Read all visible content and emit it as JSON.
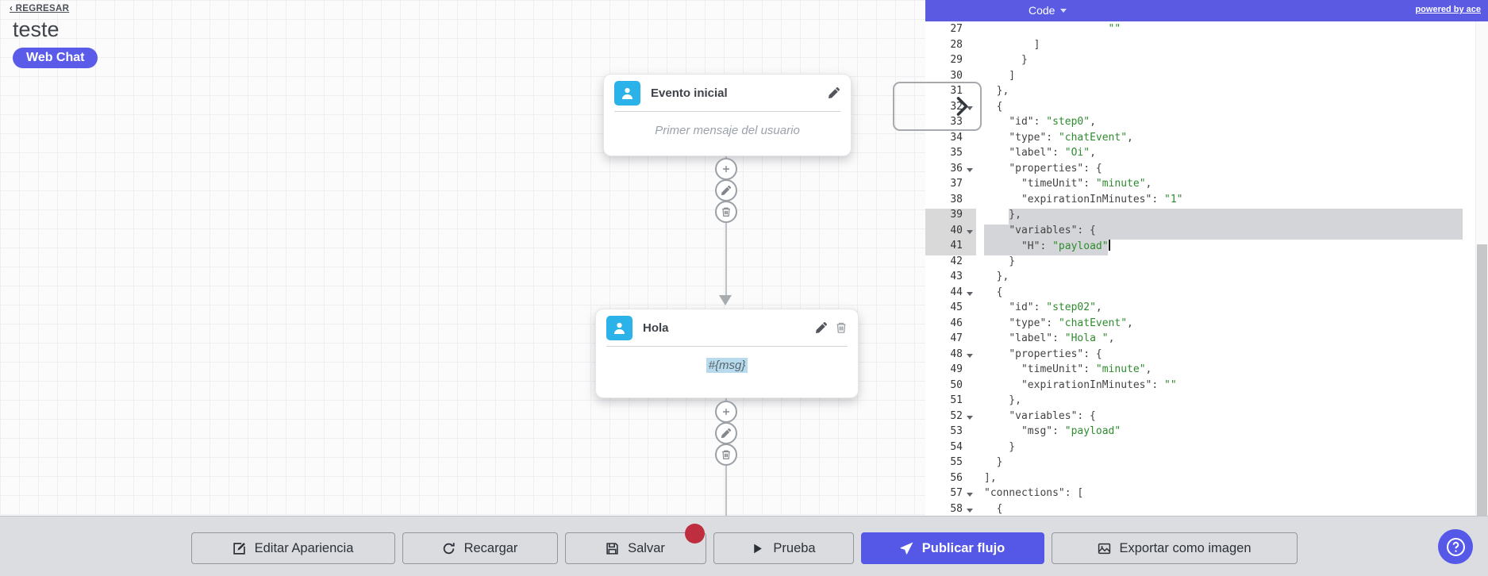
{
  "canvas": {
    "back_label": "‹ REGRESAR",
    "flow_title": "teste",
    "channel_badge": "Web Chat"
  },
  "nodes": [
    {
      "title": "Evento inicial",
      "body": "Primer mensaje del usuario",
      "icon": "user-icon",
      "actions": [
        "edit"
      ]
    },
    {
      "title": "Hola",
      "body": "#{msg}",
      "body_highlighted": true,
      "icon": "user-icon",
      "actions": [
        "edit",
        "delete"
      ]
    }
  ],
  "connector_actions": [
    "add",
    "edit",
    "delete"
  ],
  "code_panel": {
    "title": "Code",
    "powered_by": "powered by ace",
    "lines": [
      {
        "n": 27,
        "t": "                    \"\""
      },
      {
        "n": 28,
        "t": "        ]"
      },
      {
        "n": 29,
        "t": "      }"
      },
      {
        "n": 30,
        "t": "    ]"
      },
      {
        "n": 31,
        "t": "  },"
      },
      {
        "n": 32,
        "t": "  {",
        "fold": true
      },
      {
        "n": 33,
        "t": "    \"id\": \"step0\","
      },
      {
        "n": 34,
        "t": "    \"type\": \"chatEvent\","
      },
      {
        "n": 35,
        "t": "    \"label\": \"Oi\","
      },
      {
        "n": 36,
        "t": "    \"properties\": {",
        "fold": true
      },
      {
        "n": 37,
        "t": "      \"timeUnit\": \"minute\","
      },
      {
        "n": 38,
        "t": "      \"expirationInMinutes\": \"1\""
      },
      {
        "n": 39,
        "t": "    },",
        "sel": {
          "start": 4,
          "toEnd": true
        },
        "gutterHl": true
      },
      {
        "n": 40,
        "t": "    \"variables\": {",
        "fold": true,
        "sel": {
          "start": 0,
          "toEnd": true
        },
        "gutterHl": true
      },
      {
        "n": 41,
        "t": "      \"H\": \"payload\"",
        "sel": {
          "start": 0,
          "toEnd": false
        },
        "cursor": true,
        "gutterHl": true
      },
      {
        "n": 42,
        "t": "    }"
      },
      {
        "n": 43,
        "t": "  },"
      },
      {
        "n": 44,
        "t": "  {",
        "fold": true
      },
      {
        "n": 45,
        "t": "    \"id\": \"step02\","
      },
      {
        "n": 46,
        "t": "    \"type\": \"chatEvent\","
      },
      {
        "n": 47,
        "t": "    \"label\": \"Hola \","
      },
      {
        "n": 48,
        "t": "    \"properties\": {",
        "fold": true
      },
      {
        "n": 49,
        "t": "      \"timeUnit\": \"minute\","
      },
      {
        "n": 50,
        "t": "      \"expirationInMinutes\": \"\""
      },
      {
        "n": 51,
        "t": "    },"
      },
      {
        "n": 52,
        "t": "    \"variables\": {",
        "fold": true
      },
      {
        "n": 53,
        "t": "      \"msg\": \"payload\""
      },
      {
        "n": 54,
        "t": "    }"
      },
      {
        "n": 55,
        "t": "  }"
      },
      {
        "n": 56,
        "t": "],"
      },
      {
        "n": 57,
        "t": "\"connections\": [",
        "fold": true
      },
      {
        "n": 58,
        "t": "  {",
        "fold": true
      }
    ]
  },
  "toolbar": {
    "buttons": [
      {
        "name": "editar-apariencia",
        "icon": "pencil-square-icon",
        "label": "Editar Apariencia",
        "variant": "default"
      },
      {
        "name": "recargar",
        "icon": "refresh-icon",
        "label": "Recargar",
        "variant": "default"
      },
      {
        "name": "salvar",
        "icon": "save-icon",
        "label": "Salvar",
        "variant": "default",
        "unsaved_dot": true
      },
      {
        "name": "prueba",
        "icon": "play-icon",
        "label": "Prueba",
        "variant": "default"
      },
      {
        "name": "publicar-flujo",
        "icon": "send-icon",
        "label": "Publicar flujo",
        "variant": "primary"
      },
      {
        "name": "exportar-como-imagen",
        "icon": "image-icon",
        "label": "Exportar como imagen",
        "variant": "default"
      }
    ]
  },
  "help_button": {
    "icon": "question-icon"
  },
  "colors": {
    "accent_purple": "#5a5be2",
    "node_icon_blue": "#2ab2e9",
    "code_string_green": "#2e8b2e",
    "selection_gray": "#d4d5d8",
    "msg_highlight_blue": "#b7dbec",
    "unsaved_dot_red": "#bf2e3e"
  }
}
